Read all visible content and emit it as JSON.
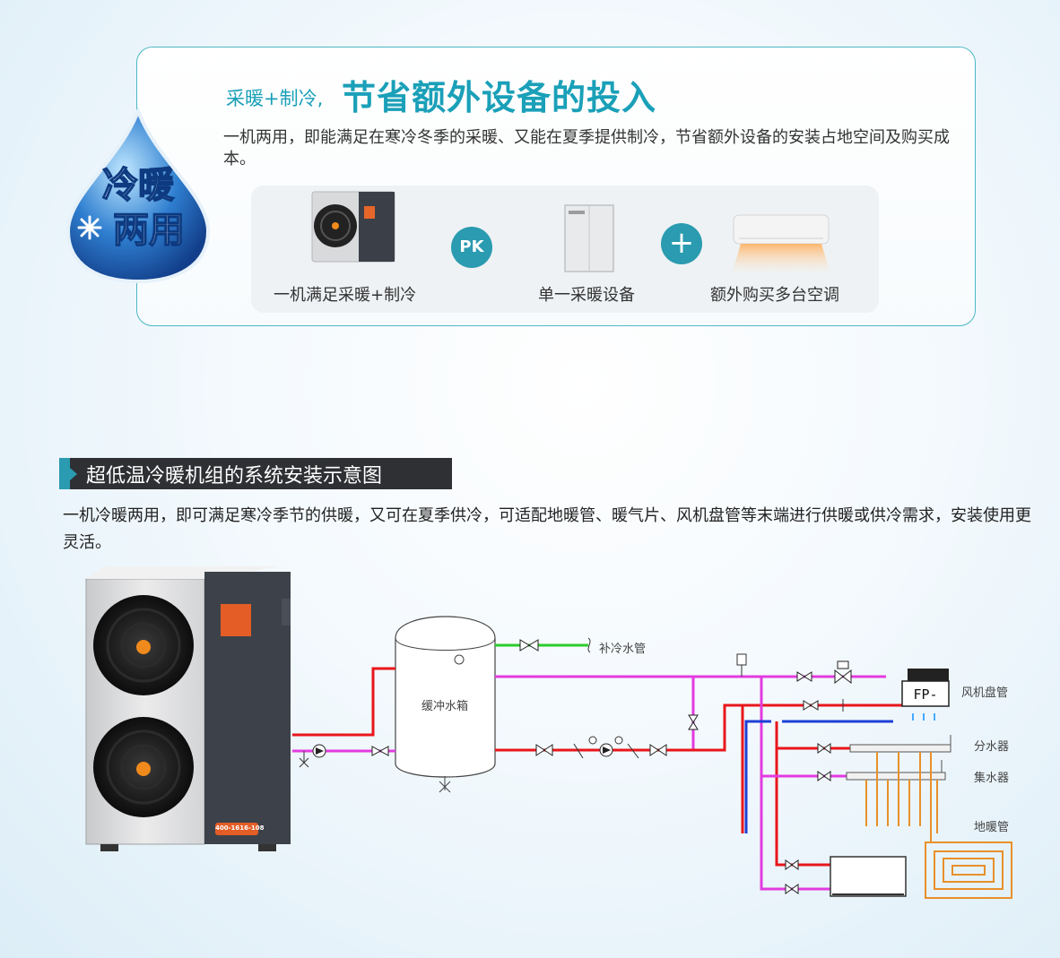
{
  "badge": {
    "line1": "冷暖",
    "line2": "两用"
  },
  "feature": {
    "title_small": "采暖+制冷,",
    "title_big": "节省额外设备的投入",
    "description": "一机两用，即能满足在寒冷冬季的采暖、又能在夏季提供制冷，节省额外设备的安装占地空间及购买成本。"
  },
  "comparison": {
    "items": [
      {
        "caption": "一机满足采暖+制冷"
      },
      {
        "caption": "单一采暖设备"
      },
      {
        "caption": "额外购买多台空调"
      }
    ],
    "pk_label": "PK",
    "plus_label": "+"
  },
  "system": {
    "section_title": "超低温冷暖机组的系统安装示意图",
    "description": "一机冷暖两用，即可满足寒冷季节的供暖，又可在夏季供冷，可适配地暖管、暖气片、风机盘管等末端进行供暖或供冷需求，安装使用更灵活。",
    "labels": {
      "tank": "缓冲水箱",
      "makeup_pipe": "补冷水管",
      "fan_coil": "风机盘管",
      "fan_coil_tag": "FP-",
      "distributor": "分水器",
      "collector": "集水器",
      "floor_heating": "地暖管"
    },
    "unit_hotline": "400-1616-108"
  },
  "colors": {
    "accent": "#1aa0b8",
    "pipe_hot": "#e8161b",
    "pipe_return": "#e33be0",
    "pipe_cold": "#1d3fd6",
    "pipe_makeup": "#2bcc2b",
    "floor_pipe": "#e8902a"
  }
}
